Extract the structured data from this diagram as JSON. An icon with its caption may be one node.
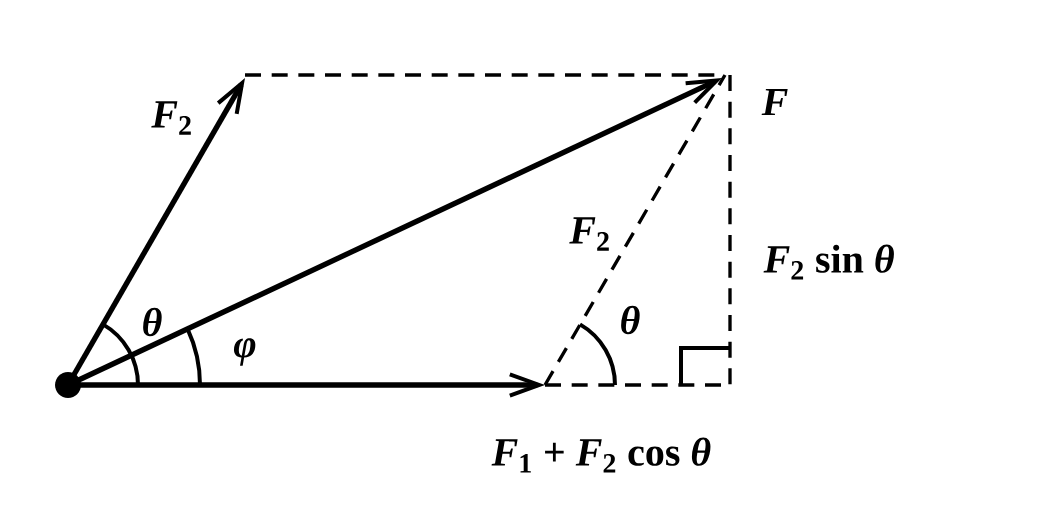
{
  "diagram": {
    "labels": [
      "*F*$_{2}$",
      "*F*",
      "*F*$_{2}$",
      "*F*$_{2}$ sin *θ*",
      "*θ*",
      "*φ*",
      "*θ*",
      "*F*$_{1}$ + *F*$_{2}$ cos *θ*"
    ]
  }
}
